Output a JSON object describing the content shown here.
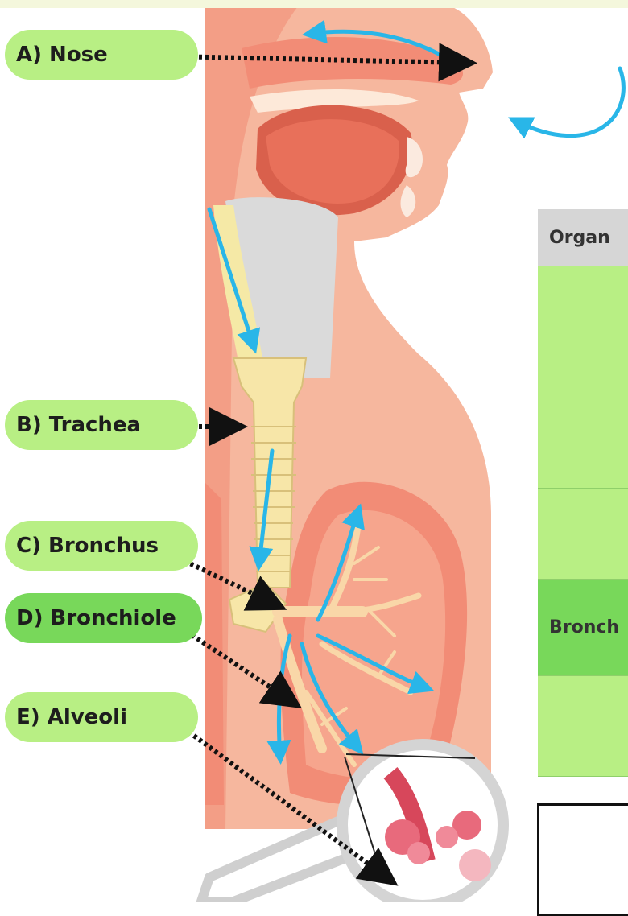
{
  "labels": {
    "nose": "A) Nose",
    "trachea": "B) Trachea",
    "bronchus": "C) Bronchus",
    "bronchiole": "D) Bronchiole",
    "alveoli": "E) Alveoli"
  },
  "table": {
    "header": "Organ",
    "rows": [
      "",
      "",
      "",
      "Bronch",
      ""
    ]
  },
  "colors": {
    "label_light": "#b8ef84",
    "label_dark": "#78d85a",
    "airflow_arrow": "#29b6e8",
    "tissue": "#f6b79e",
    "trachea": "#f7e6a8"
  }
}
